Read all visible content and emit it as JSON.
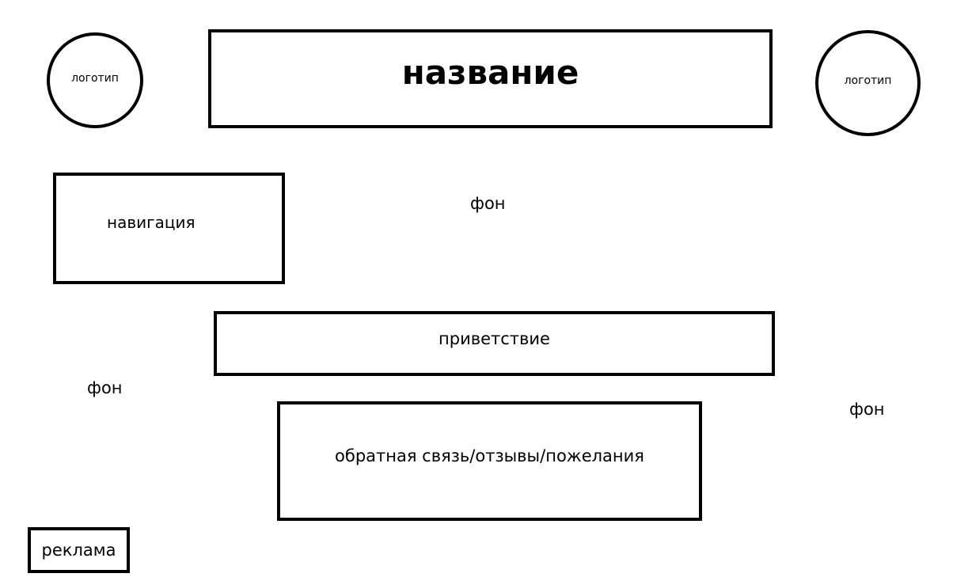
{
  "logo_left": "логотип",
  "logo_right": "логотип",
  "title": "название",
  "navigation": "навигация",
  "background_labels": [
    "фон",
    "фон",
    "фон"
  ],
  "greeting": "приветствие",
  "feedback": "обратная связь/отзывы/пожелания",
  "advertising": "реклама"
}
